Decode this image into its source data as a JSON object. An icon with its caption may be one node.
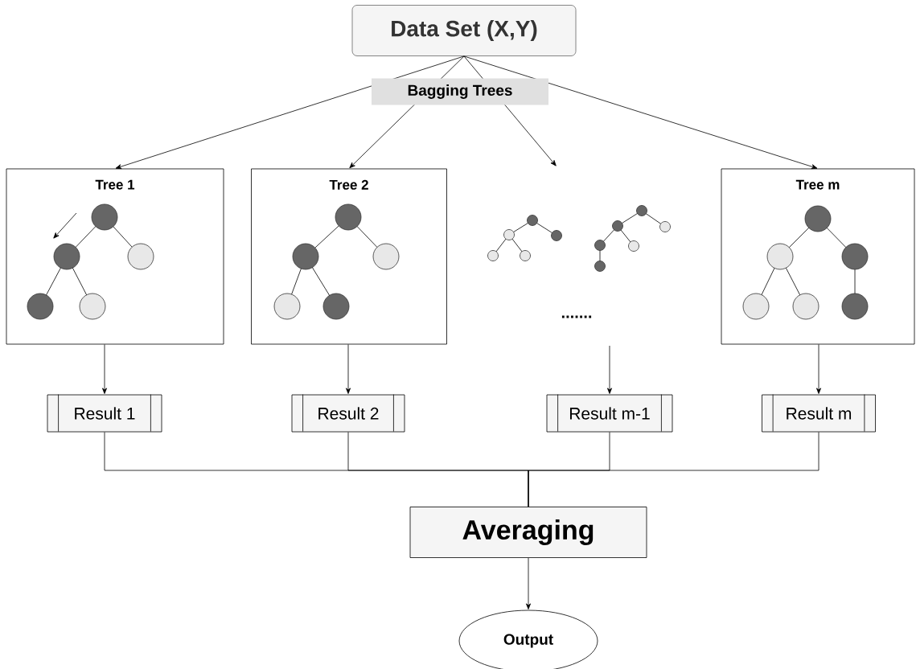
{
  "diagram": {
    "nodes": [
      {
        "text": [
          "Data Set (X,Y)"
        ]
      },
      {
        "text": [
          "Tree 1"
        ]
      },
      {
        "text": [
          "Tree 2"
        ]
      },
      {
        "text": [
          "Tree m"
        ]
      },
      {
        "text": [
          "Result 1"
        ]
      },
      {
        "text": [
          "Result 2"
        ]
      },
      {
        "text": [
          "Result m-1"
        ]
      },
      {
        "text": [
          "Result m"
        ]
      },
      {
        "text": [
          "Averaging"
        ]
      },
      {
        "text": [
          "Output"
        ]
      }
    ],
    "edges": [
      {
        "from": 0,
        "to": 1,
        "arrow": "to"
      },
      {
        "from": 0,
        "to": 2,
        "arrow": "to"
      },
      {
        "from": 0,
        "to": null,
        "arrow": "to"
      },
      {
        "from": 0,
        "to": 3,
        "arrow": "to"
      },
      {
        "from": 1,
        "to": 4,
        "arrow": "to"
      },
      {
        "from": 2,
        "to": 5,
        "arrow": "to"
      },
      {
        "from": null,
        "to": 6,
        "arrow": "to"
      },
      {
        "from": 3,
        "to": 7,
        "arrow": "to"
      },
      {
        "from": 4,
        "to": 8,
        "arrow": "none"
      },
      {
        "from": 5,
        "to": 8,
        "arrow": "none"
      },
      {
        "from": 6,
        "to": 8,
        "arrow": "none"
      },
      {
        "from": 7,
        "to": 8,
        "arrow": "none"
      },
      {
        "from": 8,
        "to": 9,
        "arrow": "to"
      }
    ],
    "labels": [
      "Bagging Trees",
      "......."
    ]
  }
}
